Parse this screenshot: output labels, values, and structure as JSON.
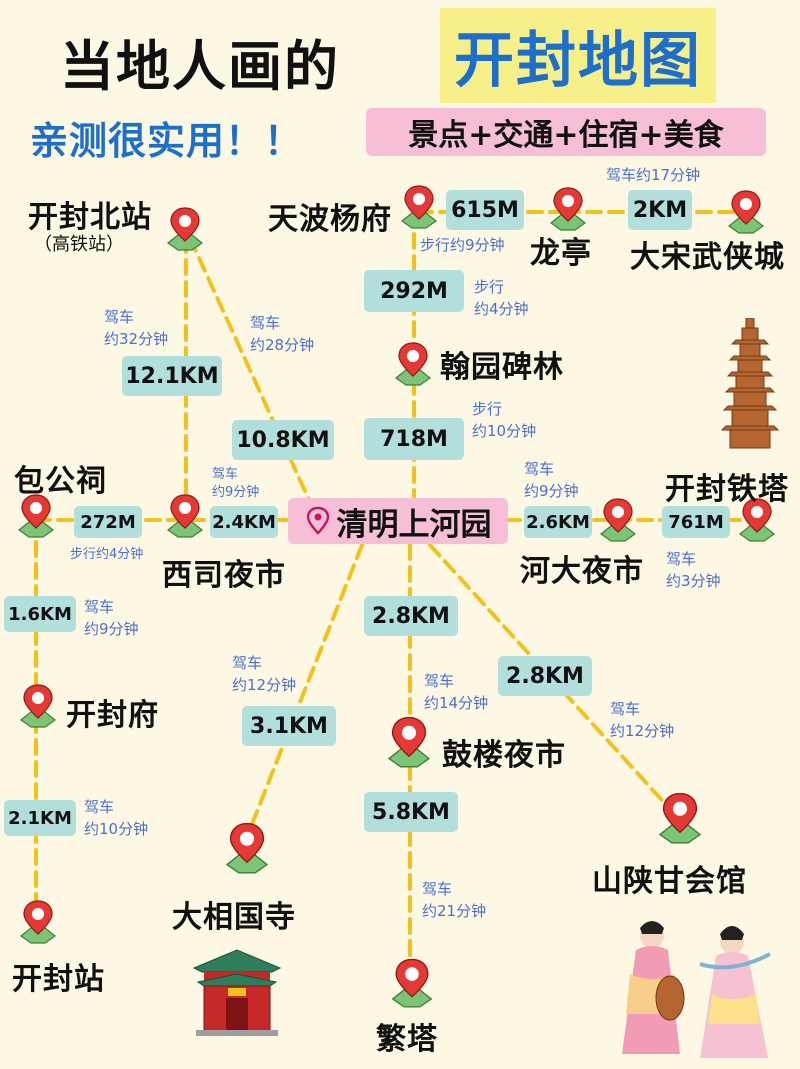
{
  "header": {
    "title_main": "当地人画的",
    "title_highlight": "开封地图",
    "subtitle": "亲测很实用！！",
    "tag": "景点+交通+住宿+美食"
  },
  "colors": {
    "background": "#fdf8e4",
    "line": "#f2c21c",
    "distance_box": "#b2dfdb",
    "pink": "#f7bed8",
    "highlight_yellow": "#f7f08a",
    "blue_text": "#1d6fc9",
    "note_text": "#4a6fd1",
    "pin_red": "#e53935",
    "pin_map_green": "#7cc576"
  },
  "center": {
    "label": "清明上河园",
    "icon": "map-pin-icon"
  },
  "places": {
    "kaifeng_north": "开封北站",
    "kaifeng_north_sub": "（高铁站）",
    "tianbo": "天波杨府",
    "longting": "龙亭",
    "dasong": "大宋武侠城",
    "hanyuan": "翰园碑林",
    "baogong": "包公祠",
    "xisi": "西司夜市",
    "tieta": "开封铁塔",
    "heda": "河大夜市",
    "kaifengfu": "开封府",
    "kaifeng_station": "开封站",
    "daxiangguo": "大相国寺",
    "gulou": "鼓楼夜市",
    "shanshan": "山陕甘会馆",
    "fanta": "繁塔"
  },
  "distances": {
    "tianbo_longting": "615M",
    "longting_dasong": "2KM",
    "tianbo_hanyuan": "292M",
    "hanyuan_center": "718M",
    "north_xisi": "12.1KM",
    "north_center": "10.8KM",
    "baogong_xisi": "272M",
    "xisi_center": "2.4KM",
    "center_heda": "2.6KM",
    "heda_tieta": "761M",
    "baogong_kaifengfu": "1.6KM",
    "kaifengfu_station": "2.1KM",
    "center_daxiangguo": "3.1KM",
    "center_gulou": "2.8KM",
    "center_shanshan": "2.8KM",
    "gulou_fanta": "5.8KM"
  },
  "notes": {
    "longting_dasong": "驾车约17分钟",
    "tianbo_longting": "步行约9分钟",
    "tianbo_hanyuan_1": "步行",
    "tianbo_hanyuan_2": "约4分钟",
    "hanyuan_center_1": "步行",
    "hanyuan_center_2": "约10分钟",
    "north_xisi_1": "驾车",
    "north_xisi_2": "约32分钟",
    "north_center_1": "驾车",
    "north_center_2": "约28分钟",
    "xisi_center_1": "驾车",
    "xisi_center_2": "约9分钟",
    "baogong_xisi": "步行约4分钟",
    "center_heda_1": "驾车",
    "center_heda_2": "约9分钟",
    "heda_tieta_1": "驾车",
    "heda_tieta_2": "约3分钟",
    "baogong_kaifengfu_1": "驾车",
    "baogong_kaifengfu_2": "约9分钟",
    "center_daxiangguo_1": "驾车",
    "center_daxiangguo_2": "约12分钟",
    "center_gulou_1": "驾车",
    "center_gulou_2": "约14分钟",
    "center_shanshan_1": "驾车",
    "center_shanshan_2": "约12分钟",
    "kaifengfu_station_1": "驾车",
    "kaifengfu_station_2": "约10分钟",
    "gulou_fanta_1": "驾车",
    "gulou_fanta_2": "约21分钟"
  },
  "illustrations": [
    "pagoda-illustration",
    "temple-gate-illustration",
    "dancers-illustration"
  ]
}
